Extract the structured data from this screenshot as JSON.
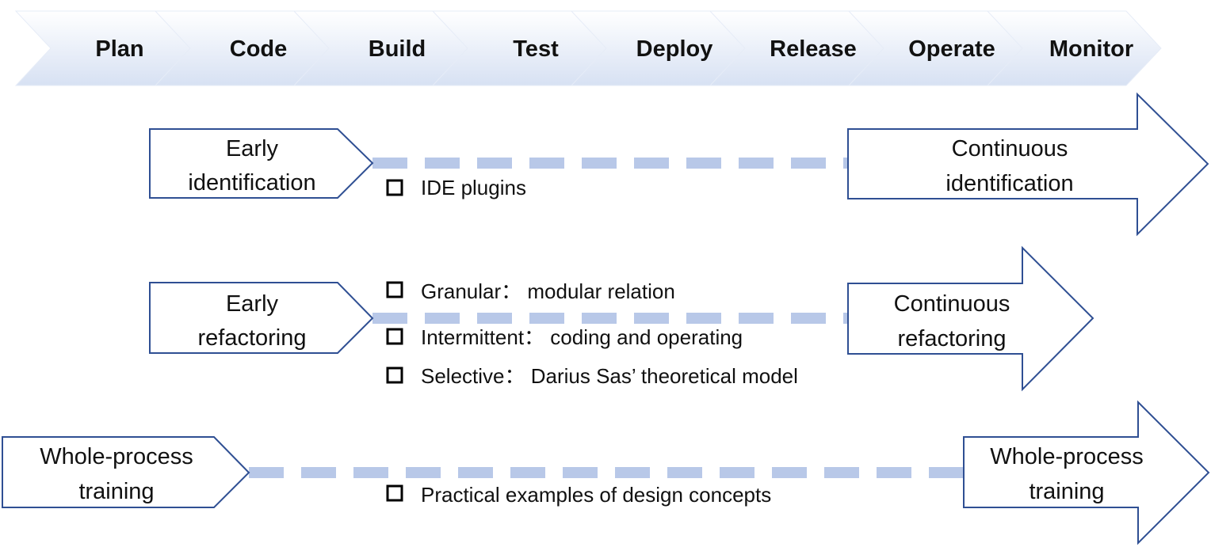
{
  "stages": [
    "Plan",
    "Code",
    "Build",
    "Test",
    "Deploy",
    "Release",
    "Operate",
    "Monitor"
  ],
  "rows": [
    {
      "start_label": [
        "Early",
        "identification"
      ],
      "end_label": [
        "Continuous",
        "identification"
      ],
      "bullets": [
        "IDE plugins"
      ]
    },
    {
      "start_label": [
        "Early",
        "refactoring"
      ],
      "end_label": [
        "Continuous",
        "refactoring"
      ],
      "bullets": [
        "Granular： modular relation",
        "Intermittent： coding and operating",
        "Selective： Darius Sas’ theoretical model"
      ]
    },
    {
      "start_label": [
        "Whole-process",
        "training"
      ],
      "end_label": [
        "Whole-process",
        "training"
      ],
      "bullets": [
        "Practical examples of  design concepts"
      ]
    }
  ],
  "colors": {
    "outline": "#2f4f93",
    "dash": "#b8c8e8",
    "chevron_top": "#ffffff",
    "chevron_bottom": "#dbe4f4"
  }
}
